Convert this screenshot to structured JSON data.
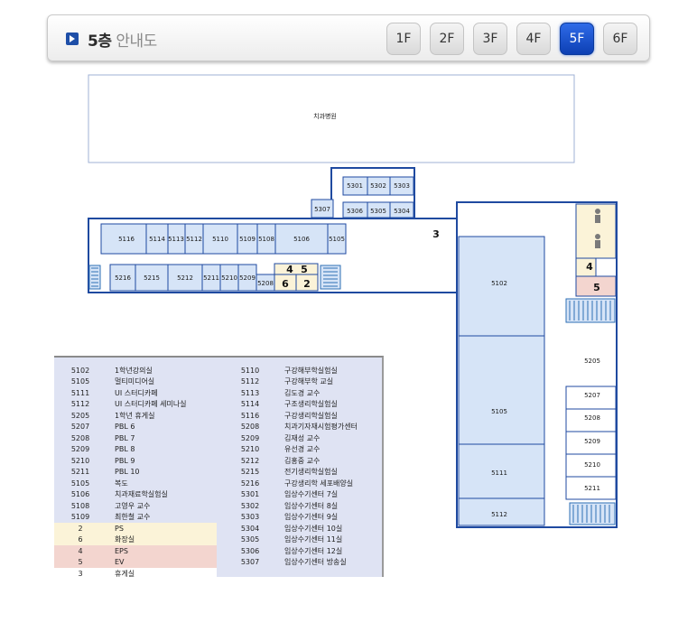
{
  "header": {
    "title_strong": "5층",
    "title_soft": "안내도",
    "floors": [
      {
        "label": "1F",
        "active": false
      },
      {
        "label": "2F",
        "active": false
      },
      {
        "label": "3F",
        "active": false
      },
      {
        "label": "4F",
        "active": false
      },
      {
        "label": "5F",
        "active": true
      },
      {
        "label": "6F",
        "active": false
      }
    ]
  },
  "plan": {
    "hospital_label": "치과병원",
    "corridor_label": "3",
    "rooms": {
      "r5301": "5301",
      "r5302": "5302",
      "r5303": "5303",
      "r5306": "5306",
      "r5305": "5305",
      "r5304": "5304",
      "r5307": "5307",
      "r5116": "5116",
      "r5114": "5114",
      "r5113": "5113",
      "r5112": "5112",
      "r5110": "5110",
      "r5109": "5109",
      "r5108": "5108",
      "r5106": "5106",
      "r5105": "5105",
      "r5216": "5216",
      "r5215": "5215",
      "r5212": "5212",
      "r5211": "5211",
      "r5210": "5210",
      "r5209": "5209",
      "r5208": "5208",
      "r5102": "5102",
      "r5105b": "5105",
      "r5111": "5111",
      "r5112b": "5112",
      "r5205": "5205",
      "r5207": "5207",
      "r5208b": "5208",
      "r5209b": "5209",
      "r5210b": "5210",
      "r5211b": "5211"
    },
    "numbered": {
      "n4a": "4",
      "n5a": "5",
      "n6": "6",
      "n2": "2",
      "n4b": "4",
      "n5b": "5"
    }
  },
  "legend": {
    "left": [
      {
        "code": "5102",
        "name": "1학년강의실"
      },
      {
        "code": "5105",
        "name": "멀티미디어실"
      },
      {
        "code": "5111",
        "name": "UI 스터디카페"
      },
      {
        "code": "5112",
        "name": "UI 스터디카페 세미나실"
      },
      {
        "code": "5205",
        "name": "1학년 휴게실"
      },
      {
        "code": "5207",
        "name": "PBL 6"
      },
      {
        "code": "5208",
        "name": "PBL 7"
      },
      {
        "code": "5209",
        "name": "PBL 8"
      },
      {
        "code": "5210",
        "name": "PBL 9"
      },
      {
        "code": "5211",
        "name": "PBL 10"
      },
      {
        "code": "5105",
        "name": "복도"
      },
      {
        "code": "5106",
        "name": "치과재료학실험실"
      },
      {
        "code": "5108",
        "name": "고영우 교수"
      },
      {
        "code": "5109",
        "name": "최한철 교수"
      },
      {
        "code": "2",
        "name": "PS"
      },
      {
        "code": "6",
        "name": "화장실"
      },
      {
        "code": "4",
        "name": "EPS"
      },
      {
        "code": "5",
        "name": "EV"
      },
      {
        "code": "3",
        "name": "휴게실"
      }
    ],
    "right": [
      {
        "code": "5110",
        "name": "구강해부학실험실"
      },
      {
        "code": "5112",
        "name": "구강해부학 교실"
      },
      {
        "code": "5113",
        "name": "김도경 교수"
      },
      {
        "code": "5114",
        "name": "구조생리학실험실"
      },
      {
        "code": "5116",
        "name": "구강생리학실험실"
      },
      {
        "code": "5208",
        "name": "치과기자재시험평가센터"
      },
      {
        "code": "5209",
        "name": "김재성 교수"
      },
      {
        "code": "5210",
        "name": "유선경 교수"
      },
      {
        "code": "5212",
        "name": "김홍중 교수"
      },
      {
        "code": "5215",
        "name": "전기생리학실험실"
      },
      {
        "code": "5216",
        "name": "구강생리학 세포배양실"
      },
      {
        "code": "5301",
        "name": "임상수기센터 7실"
      },
      {
        "code": "5302",
        "name": "임상수기센터 8실"
      },
      {
        "code": "5303",
        "name": "임상수기센터 9실"
      },
      {
        "code": "5304",
        "name": "임상수기센터 10실"
      },
      {
        "code": "5305",
        "name": "임상수기센터 11실"
      },
      {
        "code": "5306",
        "name": "임상수기센터 12실"
      },
      {
        "code": "5307",
        "name": "임상수기센터 방송실"
      }
    ],
    "colors": {
      "default": "#dfe3f3",
      "ps": "#fbf3d8",
      "toilet": "#fbf3d8",
      "eps": "#f3d5cf",
      "ev": "#f3d5cf",
      "rest": "#ffffff"
    }
  }
}
